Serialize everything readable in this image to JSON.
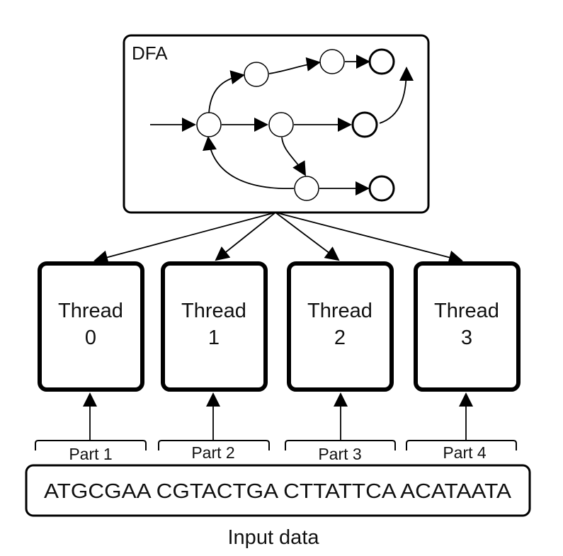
{
  "dfa": {
    "label": "DFA"
  },
  "threads": [
    {
      "line1": "Thread",
      "line2": "0"
    },
    {
      "line1": "Thread",
      "line2": "1"
    },
    {
      "line1": "Thread",
      "line2": "2"
    },
    {
      "line1": "Thread",
      "line2": "3"
    }
  ],
  "parts": [
    {
      "label": "Part 1"
    },
    {
      "label": "Part 2"
    },
    {
      "label": "Part 3"
    },
    {
      "label": "Part 4"
    }
  ],
  "input": {
    "sequence": "ATGCGAA CGTACTGA CTTATTCA ACATAATA",
    "caption": "Input data"
  }
}
